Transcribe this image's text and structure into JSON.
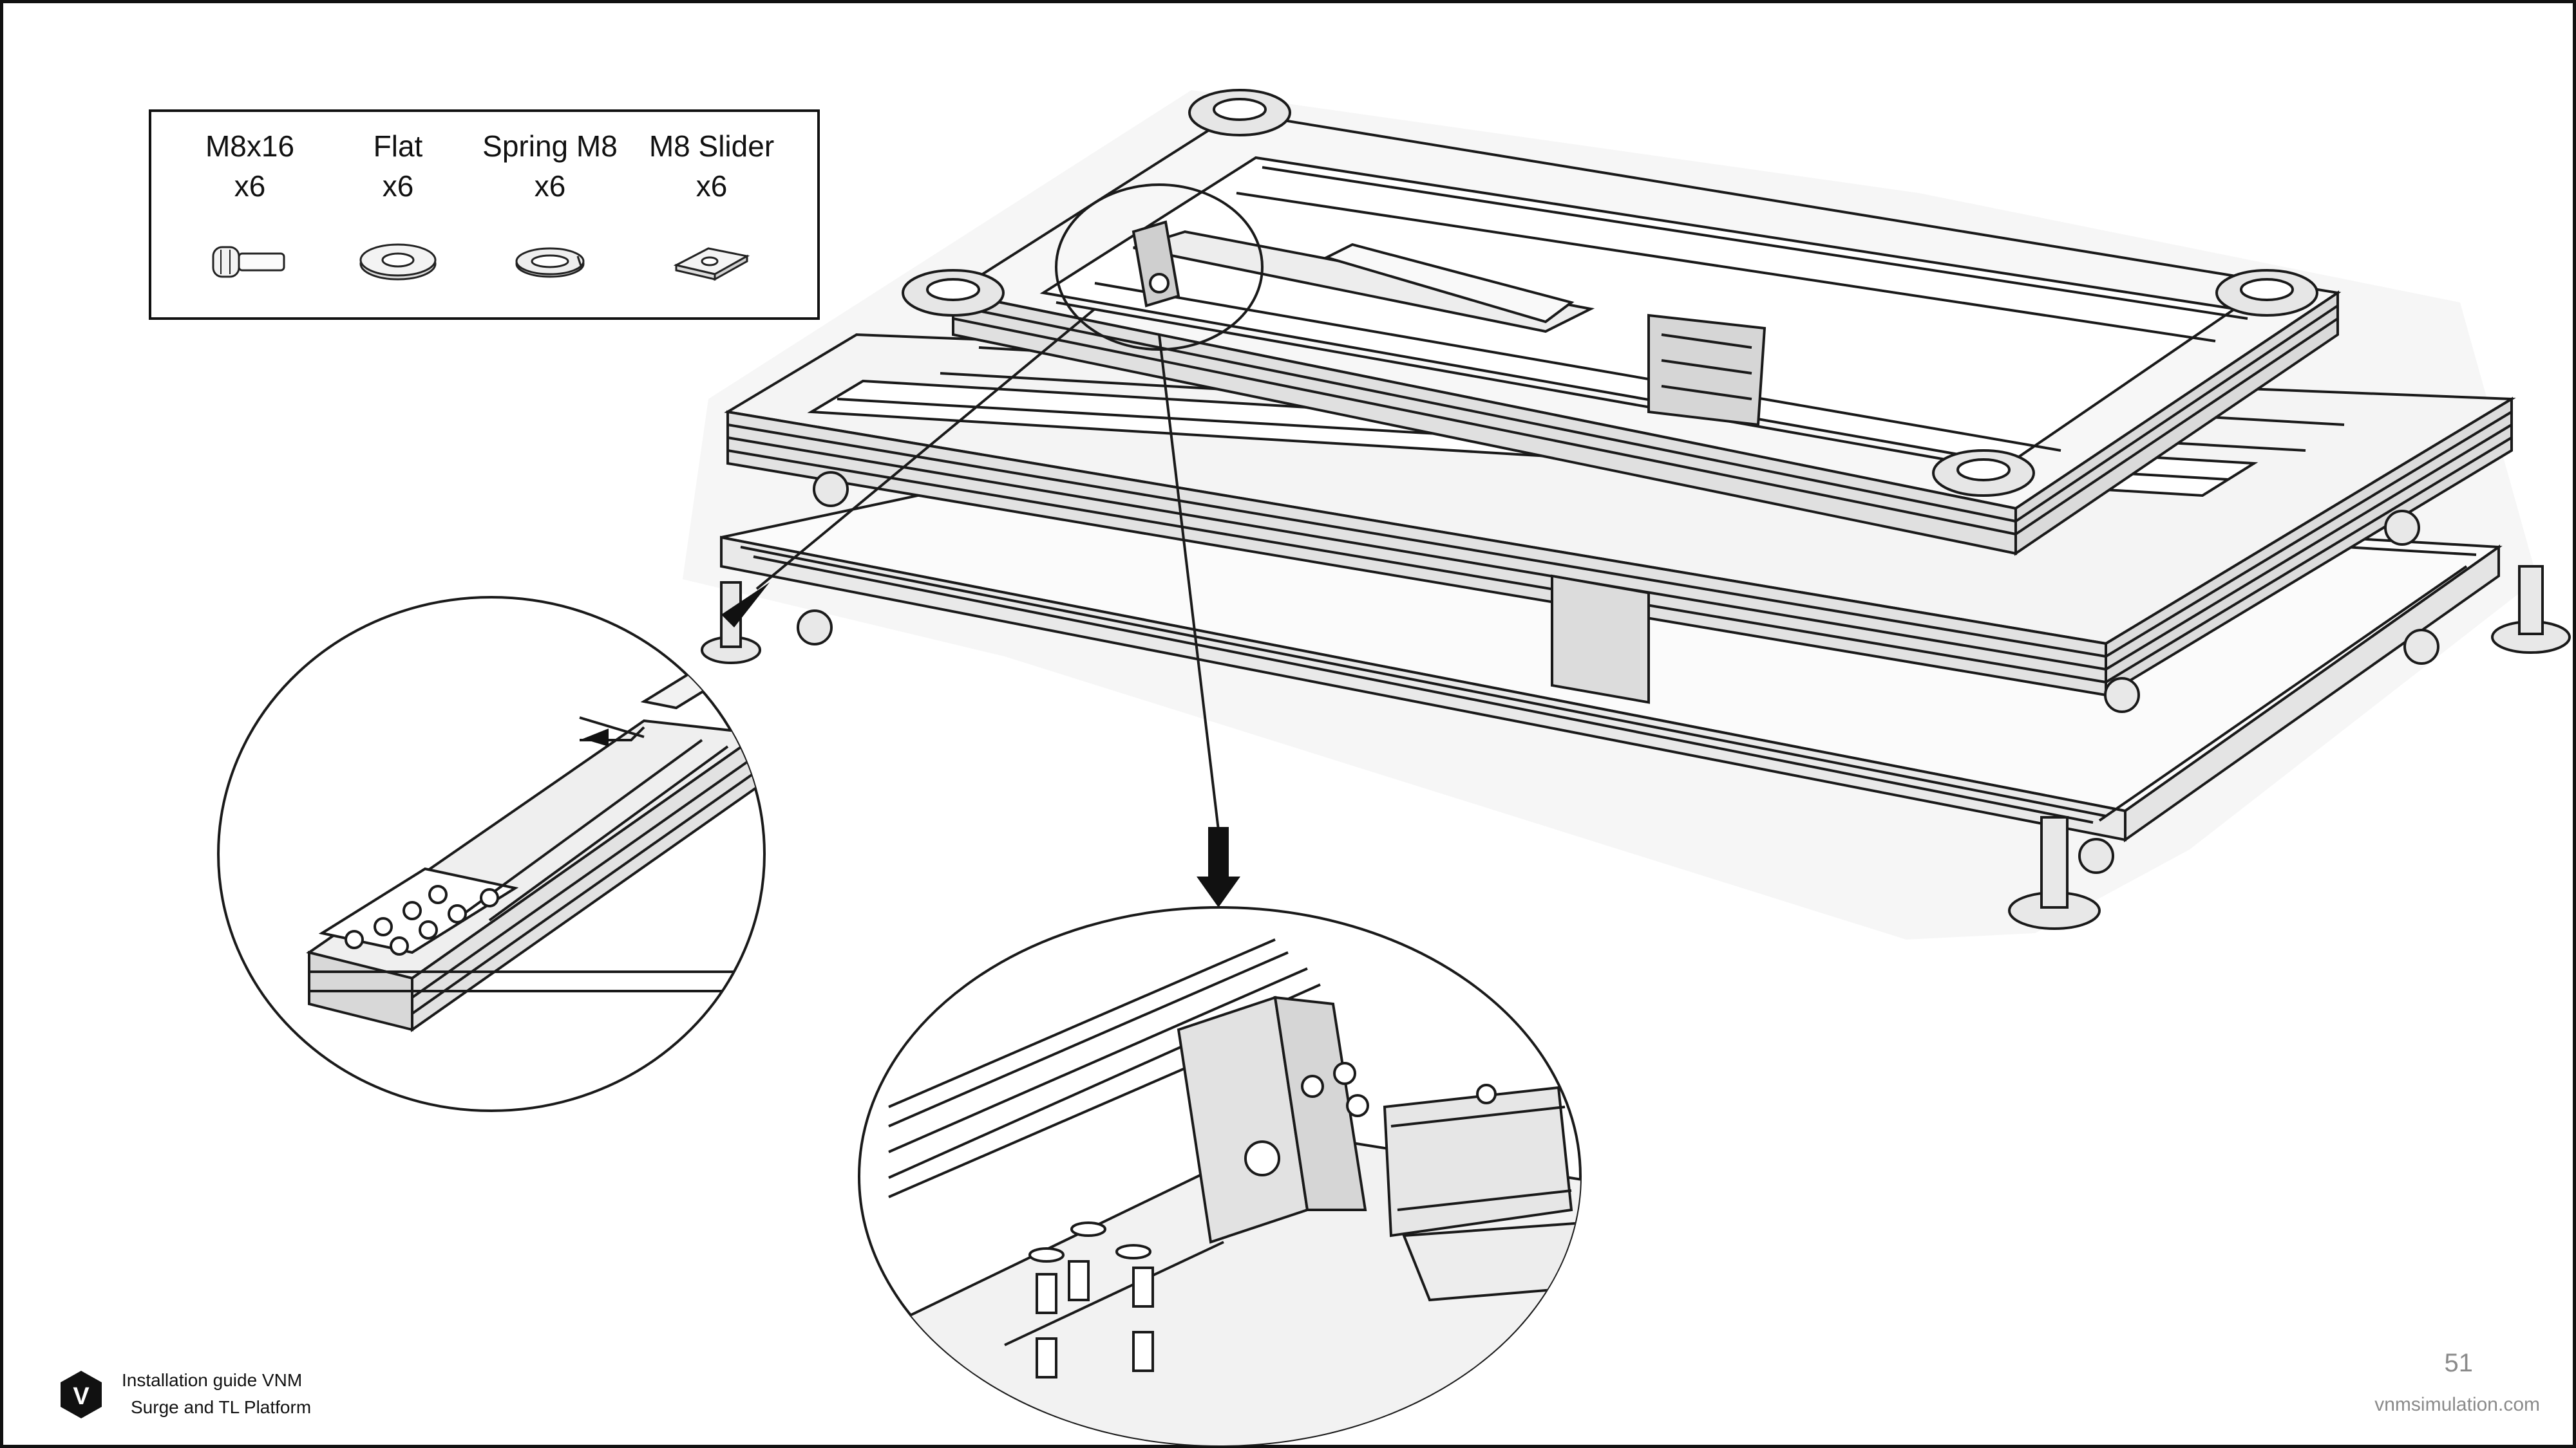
{
  "parts": [
    {
      "name": "M8x16",
      "qty": "x6",
      "icon": "bolt-icon"
    },
    {
      "name": "Flat",
      "qty": "x6",
      "icon": "flat-washer-icon"
    },
    {
      "name": "Spring M8",
      "qty": "x6",
      "icon": "spring-washer-icon"
    },
    {
      "name": "M8 Slider",
      "qty": "x6",
      "icon": "slider-nut-icon"
    }
  ],
  "footer": {
    "guide_line1": "Installation guide VNM",
    "guide_line2": "Surge and TL Platform",
    "logo_letter": "V",
    "page_number": "51",
    "website": "vnmsimulation.com"
  },
  "colors": {
    "line": "#1a1a1a",
    "frame": "#111111",
    "muted_text": "#8a8a8a",
    "background": "#ffffff"
  }
}
